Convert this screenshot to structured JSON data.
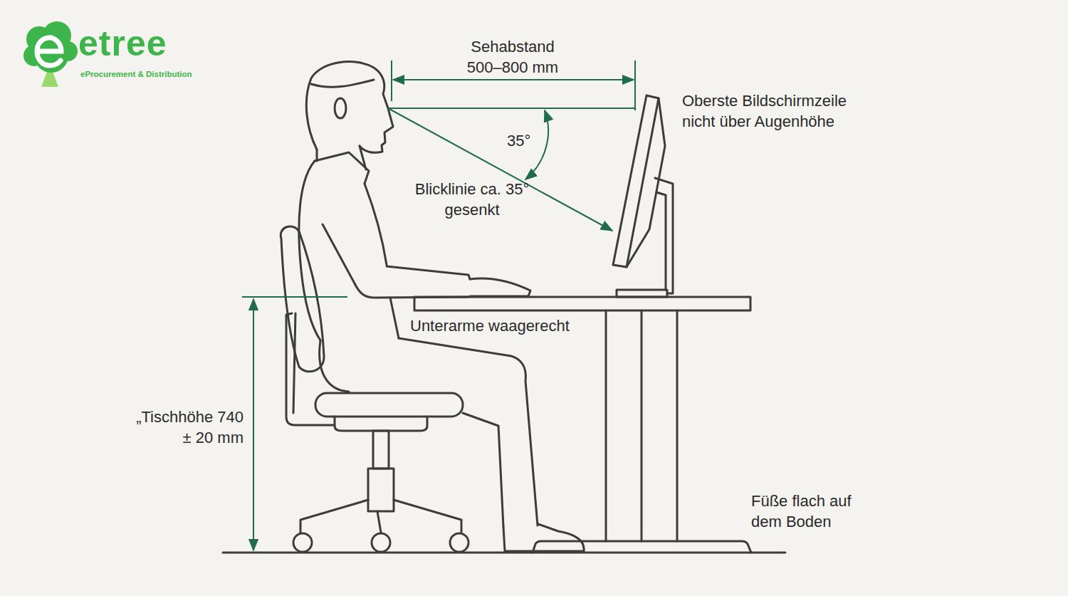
{
  "diagram": {
    "labels": [
      "etree",
      "eProcurement & Distribution",
      "Sehabstand 500–800 mm",
      "Oberste Bildschirmzeile nicht über Augenhöhe",
      "35°",
      "Blicklinie ca. 35° gesenkt",
      "Unterarme waagerecht",
      "„Tischhöhe 740 ± 20 mm",
      "Füße flach auf dem Boden"
    ]
  }
}
